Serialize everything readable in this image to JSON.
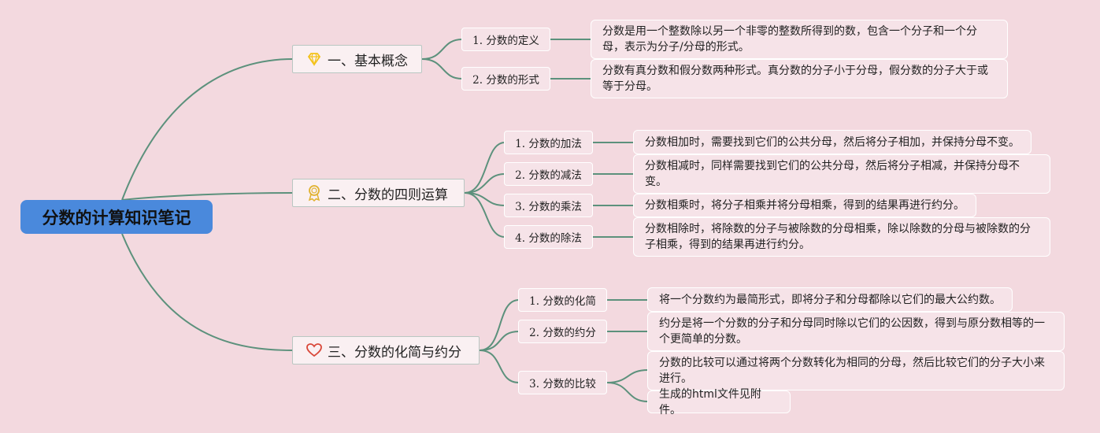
{
  "root": {
    "title": "分数的计算知识笔记"
  },
  "sections": [
    {
      "title": "一、基本概念",
      "icon": "diamond-icon",
      "icon_color": "#f3c21a",
      "items": [
        {
          "label": "1. 分数的定义",
          "desc": "分数是用一个整数除以另一个非零的整数所得到的数，包含一个分子和一个分母，表示为分子/分母的形式。"
        },
        {
          "label": "2. 分数的形式",
          "desc": "分数有真分数和假分数两种形式。真分数的分子小于分母，假分数的分子大于或等于分母。"
        }
      ]
    },
    {
      "title": "二、分数的四则运算",
      "icon": "award-medal-icon",
      "icon_color": "#e0b230",
      "items": [
        {
          "label": "1. 分数的加法",
          "desc": "分数相加时，需要找到它们的公共分母，然后将分子相加，并保持分母不变。"
        },
        {
          "label": "2. 分数的减法",
          "desc": "分数相减时，同样需要找到它们的公共分母，然后将分子相减，并保持分母不变。"
        },
        {
          "label": "3. 分数的乘法",
          "desc": "分数相乘时，将分子相乘并将分母相乘，得到的结果再进行约分。"
        },
        {
          "label": "4. 分数的除法",
          "desc": "分数相除时，将除数的分子与被除数的分母相乘，除以除数的分母与被除数的分子相乘，得到的结果再进行约分。"
        }
      ]
    },
    {
      "title": "三、分数的化简与约分",
      "icon": "heart-icon",
      "icon_color": "#d9483a",
      "items": [
        {
          "label": "1. 分数的化简",
          "desc": "将一个分数约为最简形式，即将分子和分母都除以它们的最大公约数。"
        },
        {
          "label": "2. 分数的约分",
          "desc": "约分是将一个分数的分子和分母同时除以它们的公因数，得到与原分数相等的一个更简单的分数。"
        },
        {
          "label": "3. 分数的比较",
          "desc": "分数的比较可以通过将两个分数转化为相同的分母，然后比较它们的分子大小来进行。"
        }
      ]
    }
  ],
  "extra_note": "生成的html文件见附件。",
  "colors": {
    "background": "#f3d9df",
    "connector": "#5c917c",
    "root_fill": "#4a89dc"
  }
}
